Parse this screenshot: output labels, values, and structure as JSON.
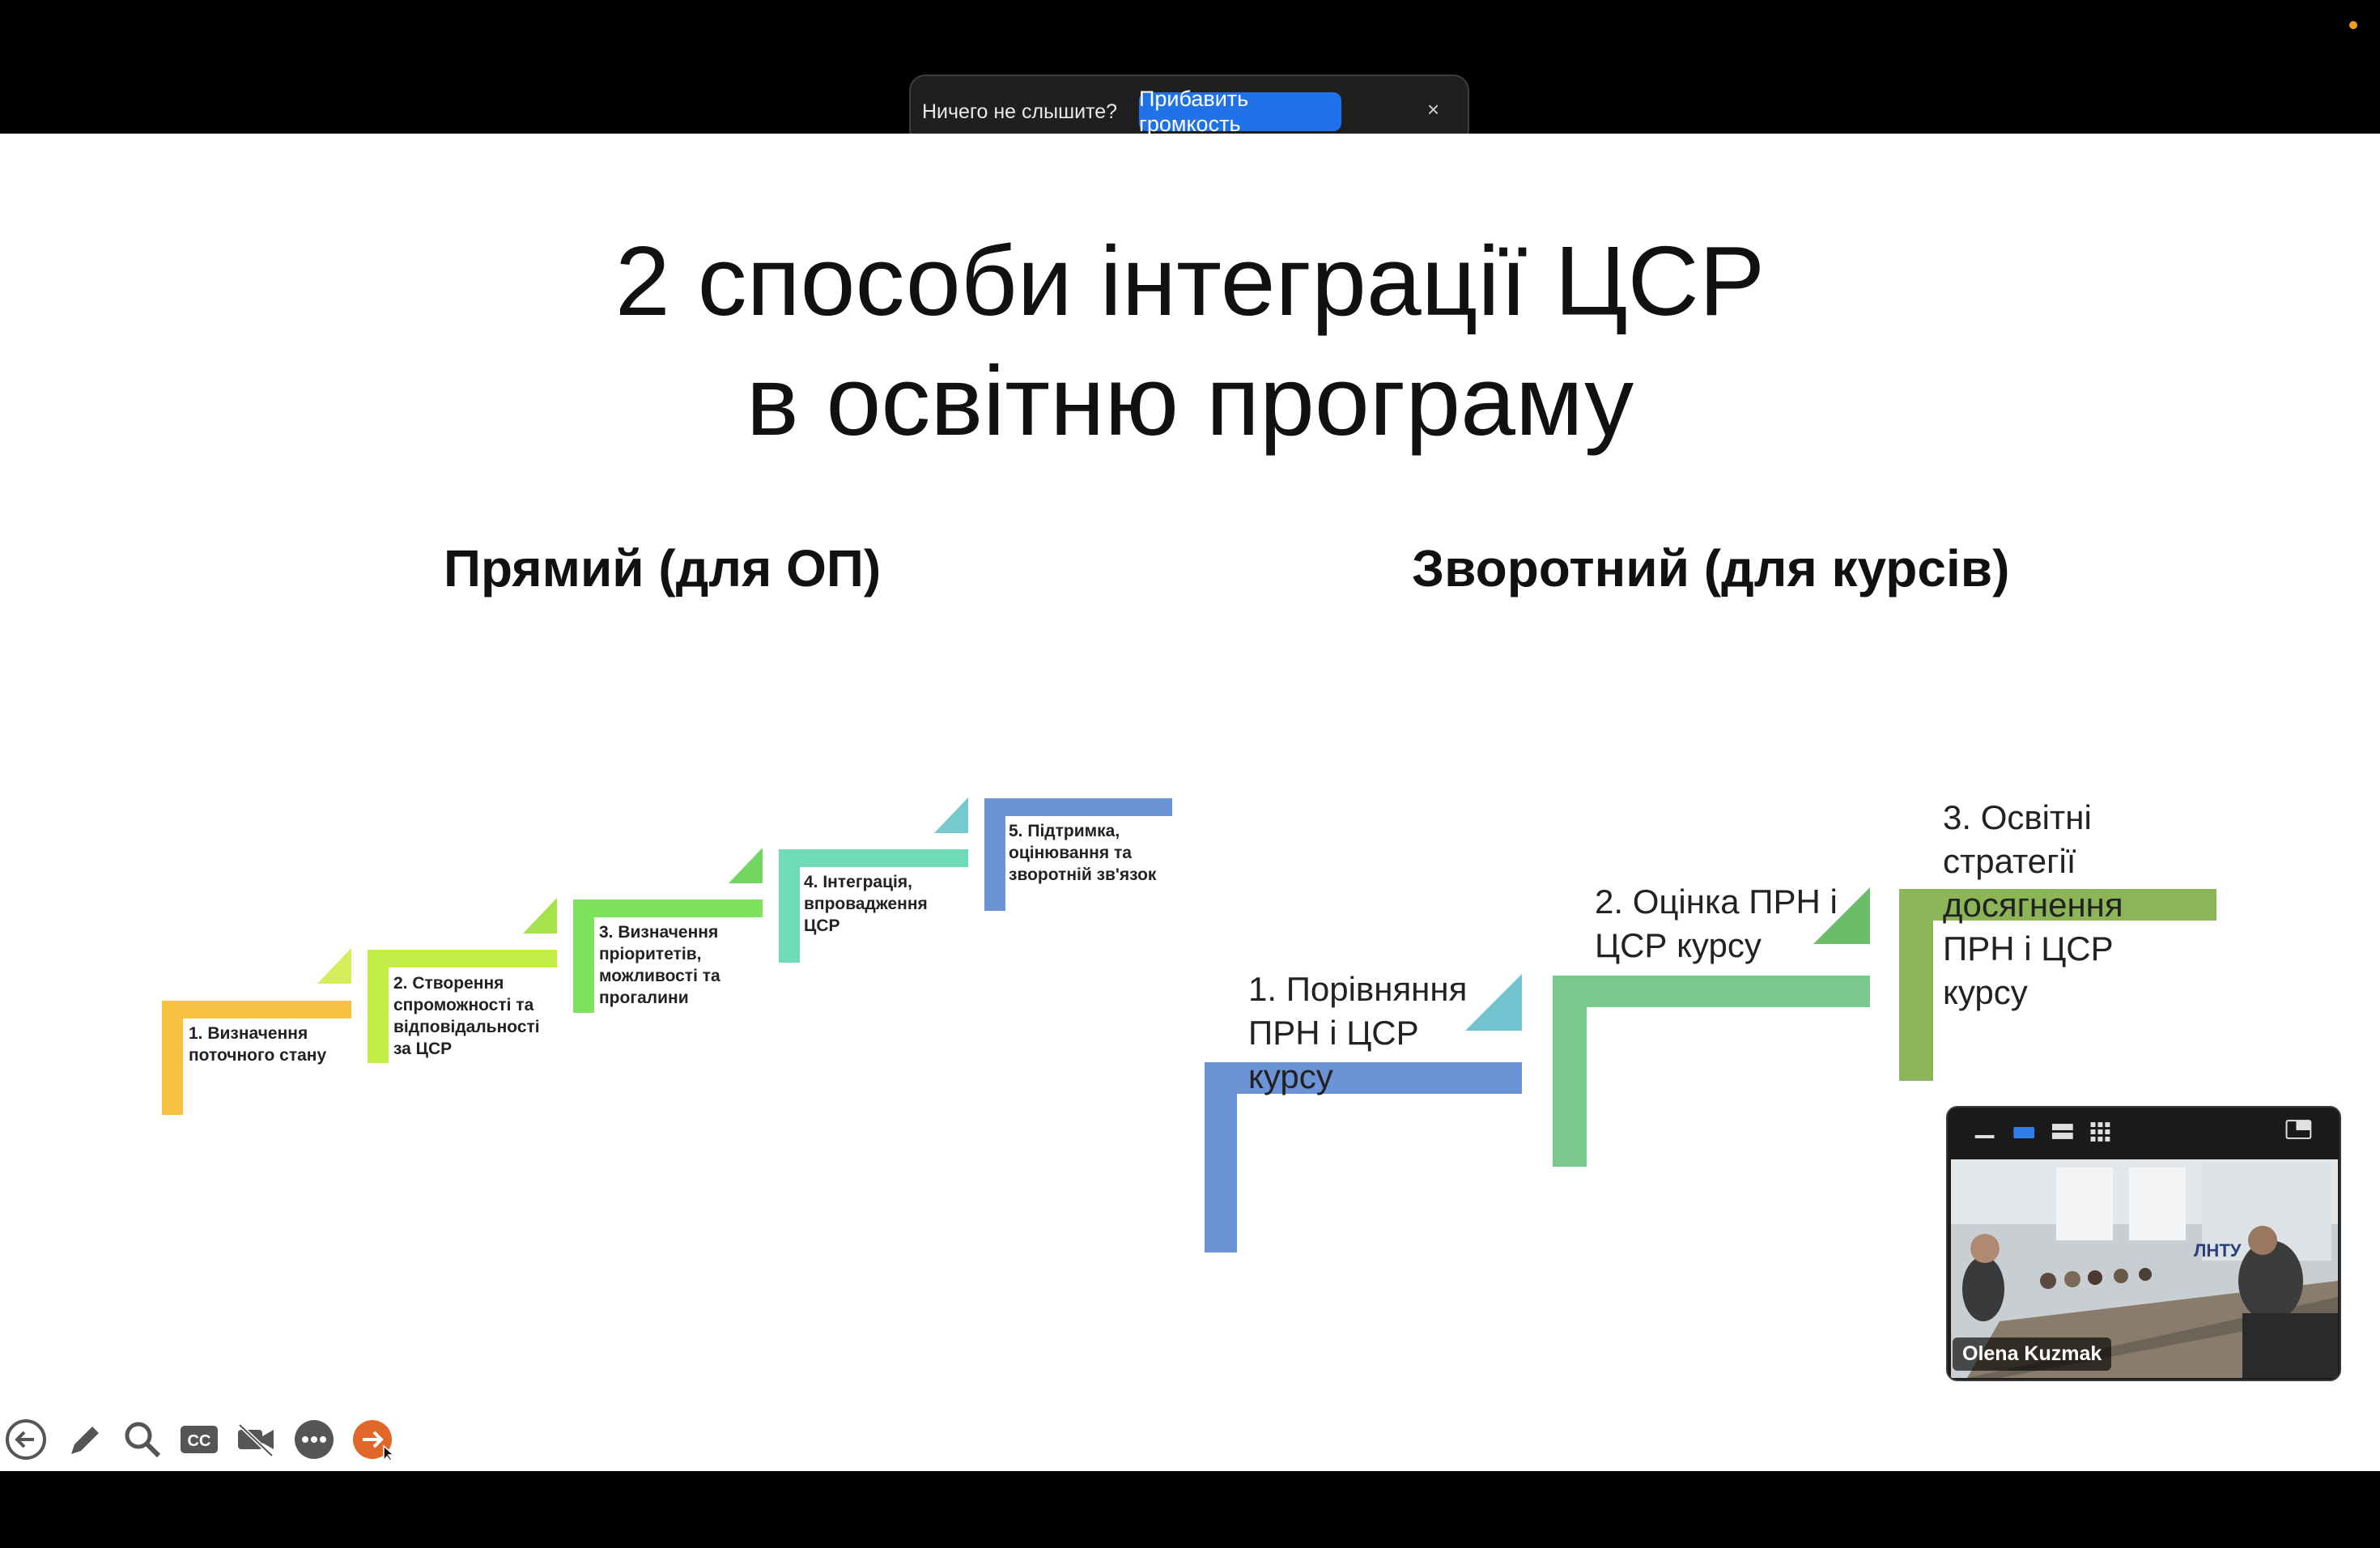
{
  "notice": {
    "message": "Ничего не слышите?",
    "button_label": "Прибавить громкость",
    "close_label": "×"
  },
  "slide": {
    "title_line1": "2 способи інтеграції ЦСР",
    "title_line2": "в освітню програму",
    "left_heading": "Прямий (для ОП)",
    "right_heading": "Зворотний (для курсів)",
    "direct_steps": [
      {
        "lines": [
          "1. Визначення",
          "поточного стану"
        ],
        "color": "#f5c242"
      },
      {
        "lines": [
          "2. Створення",
          "спроможності та",
          "відповідальності",
          "за ЦСР"
        ],
        "color": "#c3ee48"
      },
      {
        "lines": [
          "3. Визначення",
          "пріоритетів,",
          "можливості та",
          "прогалини"
        ],
        "color": "#7de25c"
      },
      {
        "lines": [
          "4. Інтеграція,",
          "впровадження",
          "ЦСР"
        ],
        "color": "#6fdcb8"
      },
      {
        "lines": [
          "5. Підтримка,",
          "оцінювання та",
          "зворотній зв'язок"
        ],
        "color": "#6b93d6"
      }
    ],
    "reverse_steps": [
      {
        "lines": [
          "1. Порівняння",
          "ПРН і ЦСР",
          "курсу"
        ],
        "color": "#6b93d6"
      },
      {
        "lines": [
          "2. Оцінка ПРН і",
          "ЦСР курсу"
        ],
        "color": "#79c98d"
      },
      {
        "lines": [
          "3. Освітні",
          "стратегії",
          "досягнення",
          "ПРН і ЦСР",
          "курсу"
        ],
        "color": "#8bb556"
      }
    ]
  },
  "controls": [
    {
      "name": "back-icon"
    },
    {
      "name": "pen-icon"
    },
    {
      "name": "zoom-icon"
    },
    {
      "name": "captions-icon"
    },
    {
      "name": "video-off-icon"
    },
    {
      "name": "more-icon"
    },
    {
      "name": "next-icon"
    }
  ],
  "video": {
    "participant_name": "Olena Kuzmak",
    "wall_logo": "ЛНТУ"
  }
}
